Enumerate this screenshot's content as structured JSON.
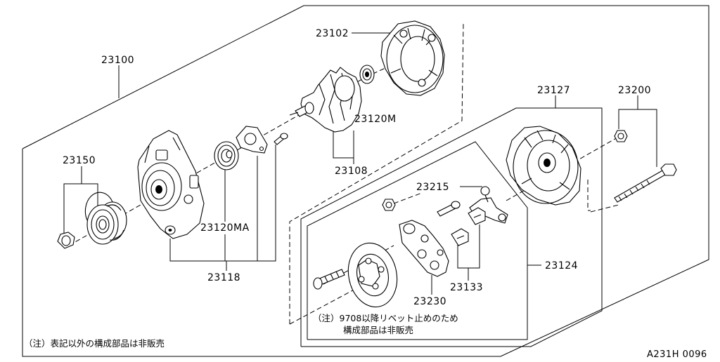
{
  "labels": {
    "l23100": "23100",
    "l23102": "23102",
    "l23150": "23150",
    "l23127": "23127",
    "l23200": "23200",
    "l23215": "23215",
    "l23120m": "23120M",
    "l23108": "23108",
    "l23120ma": "23120MA",
    "l23118": "23118",
    "l23124": "23124",
    "l23133": "23133",
    "l23230": "23230"
  },
  "notes": {
    "inner_line1": "（注）9708以降リベット止めのため",
    "inner_line2": "構成部品は非販売",
    "outer": "（注）表記以外の構成部品は非販売"
  },
  "code": "A231H 0096"
}
